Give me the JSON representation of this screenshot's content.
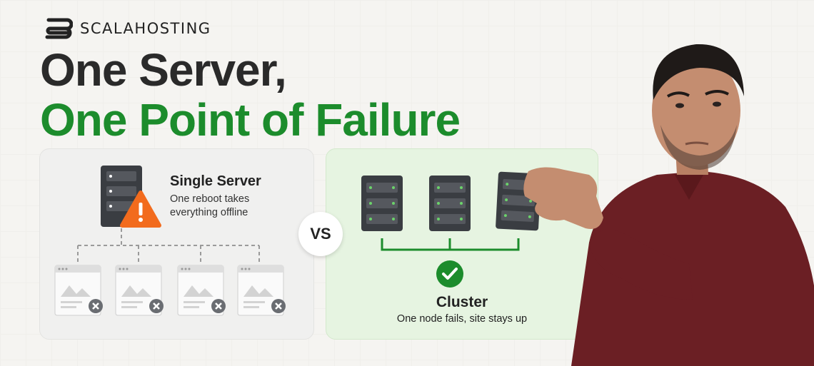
{
  "brand": {
    "name": "SCALAHOSTING"
  },
  "headline": {
    "line1": "One Server,",
    "line2": "One Point of Failure"
  },
  "single_server": {
    "title": "Single Server",
    "description": "One reboot takes everything offline"
  },
  "vs_label": "VS",
  "cluster": {
    "title": "Cluster",
    "description": "One node fails, site stays up"
  },
  "colors": {
    "accent_green": "#1c8c2c",
    "warning_orange": "#f26b1d",
    "server_dark": "#3a3d42"
  }
}
